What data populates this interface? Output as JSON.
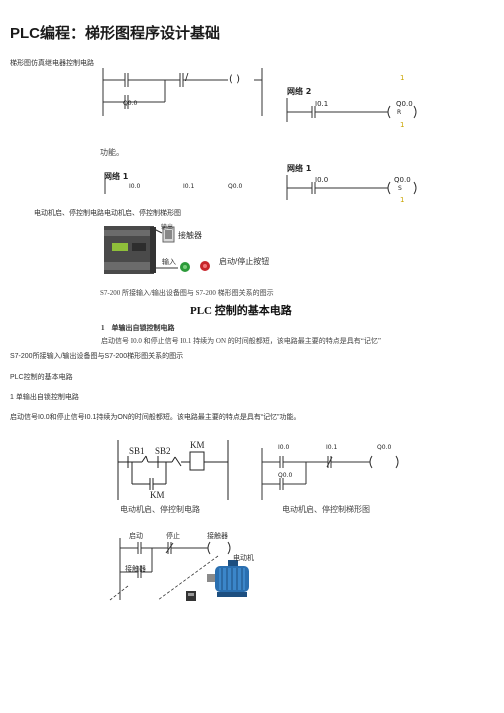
{
  "title": "PLC编程：梯形图程序设计基础",
  "intro": "梯形图仿真继电器控制电路",
  "ladder1": {
    "coil": "( )",
    "contact_label": "Q0.0",
    "slash": "/"
  },
  "network2": {
    "label": "网络 2",
    "contact": "I0.1",
    "coil": "Q0.0",
    "coil_symbol": "R",
    "num_top": "1",
    "num_bottom": "1"
  },
  "func_text": "功能。",
  "network1_left": {
    "label": "网络 1",
    "c1": "I0.0",
    "c2": "I0.1",
    "c3": "Q0.0"
  },
  "network1_right": {
    "label": "网络 1",
    "contact": "I0.0",
    "coil": "Q0.0",
    "coil_symbol": "S",
    "num": "1"
  },
  "motor_line": "电动机启、停控制电路电动机启、停控制梯形图",
  "device": {
    "output": "输出",
    "contactor": "接触器",
    "input": "输入",
    "start_stop": "启动/停止按钮"
  },
  "caption1": "S7-200 所接输入/输出设备图与 S7-200 梯形图关系的图示",
  "heading_basic": "PLC 控制的基本电路",
  "sec1_heading": "1　单输出自锁控制电路",
  "sec1_text": "启动信号 I0.0 和停止信号 I0.1 持续为 ON 的时间般都短，该电路最主要的特点是具有“记忆”",
  "line_repeat": "S7-200所接输入/输出设备图与S7-200梯形图关系的图示",
  "line_basic": "PLC控制的基本电路",
  "line_sec1": "1 单输出自锁控制电路",
  "line_text": "启动信号I0.0和停止信号I0.1持续为ON的时间般都短。该电路最主要的特点是具有“记忆”功能。",
  "circuit": {
    "sb1": "SB1",
    "sb2": "SB2",
    "km": "KM",
    "km2": "KM"
  },
  "ladder3": {
    "c1": "I0.0",
    "c2": "I0.1",
    "coil": "Q0.0",
    "contact": "Q0.0"
  },
  "caption_left": "电动机启、停控制电路",
  "caption_right": "电动机启、停控制梯形图",
  "bottom_diagram": {
    "start": "启动",
    "stop": "停止",
    "contactor": "接触器",
    "contactor2": "接触器",
    "motor": "电动机"
  }
}
